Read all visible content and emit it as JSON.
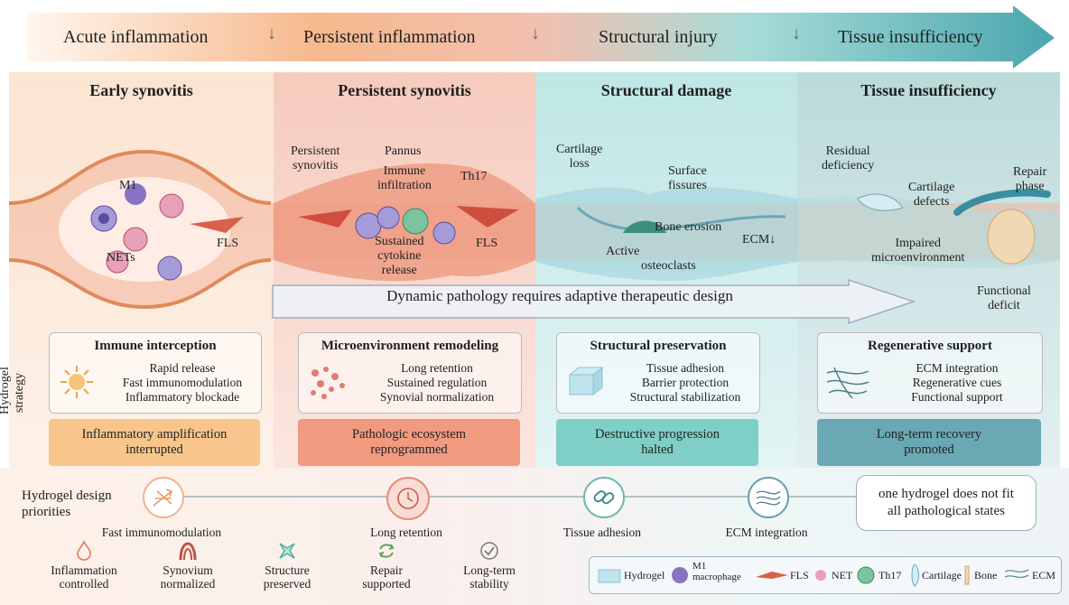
{
  "stages": [
    {
      "label": "Acute inflammation"
    },
    {
      "label": "Persistent inflammation"
    },
    {
      "label": "Structural injury"
    },
    {
      "label": "Tissue insufficiency"
    }
  ],
  "stage_arrow_glyph": "↓",
  "panels": [
    {
      "title": "Early synovitis",
      "color": "#fbe9dc"
    },
    {
      "title": "Persistent synovitis",
      "color": "#f8d7cd"
    },
    {
      "title": "Structural damage",
      "color": "#d4eeee"
    },
    {
      "title": "Tissue insufficiency",
      "color": "#cfe4e6"
    }
  ],
  "labels": {
    "m1": "M1",
    "fls1": "FLS",
    "nets": "NETs",
    "persistent_synovitis": "Persistent\nsynovitis",
    "pannus": "Pannus",
    "immune_infiltration": "Immune\ninfiltration",
    "th17": "Th17",
    "fls2": "FLS",
    "sustained": "Sustained\ncytokine\nrelease",
    "cartilage_loss": "Cartilage\nloss",
    "surface_fissures": "Surface\nfissures",
    "bone_erosion": "Bone erosion",
    "ecm": "ECM↓",
    "active": "Active",
    "osteoclasts": "osteoclasts",
    "residual": "Residual\ndeficiency",
    "cartilage_defects": "Cartilage\ndefects",
    "repair": "Repair\nphase",
    "impaired": "Impaired\nmicroenvironment",
    "functional_deficit": "Functional\ndeficit"
  },
  "dynamic_arrow_text": "Dynamic pathology requires adaptive therapeutic design",
  "strategy_side_label": "Hydrogel\nstrategy",
  "strategies": [
    {
      "title": "Immune interception",
      "lines": [
        "Rapid release",
        "Fast immunomodulation",
        "Inflammatory blockade"
      ],
      "outcome": "Inflammatory amplification\ninterrupted",
      "outcome_color": "#f8c68d"
    },
    {
      "title": "Microenvironment remodeling",
      "lines": [
        "Long retention",
        "Sustained regulation",
        "Synovial normalization"
      ],
      "outcome": "Pathologic ecosystem\nreprogrammed",
      "outcome_color": "#f09a80"
    },
    {
      "title": "Structural preservation",
      "lines": [
        "Tissue adhesion",
        "Barrier protection",
        "Structural stabilization"
      ],
      "outcome": "Destructive progression\nhalted",
      "outcome_color": "#7fcfc6"
    },
    {
      "title": "Regenerative support",
      "lines": [
        "ECM integration",
        "Regenerative cues",
        "Functional support"
      ],
      "outcome": "Long-term recovery\npromoted",
      "outcome_color": "#6aa9b4"
    }
  ],
  "design": {
    "title": "Hydrogel design\npriorities",
    "priorities": [
      {
        "label": "Fast immunomodulation",
        "color": "#f2b48c",
        "icon": "arrows-icon"
      },
      {
        "label": "Long retention",
        "color": "#e58d7c",
        "icon": "clock-icon"
      },
      {
        "label": "Tissue adhesion",
        "color": "#6fb8ae",
        "icon": "link-icon"
      },
      {
        "label": "ECM integration",
        "color": "#6a9fae",
        "icon": "fibers-icon"
      }
    ],
    "callout": "one hydrogel does not fit\nall pathological states"
  },
  "outcomes": [
    {
      "label": "Inflammation\ncontrolled",
      "icon": "flame-icon",
      "color": "#e07a5f"
    },
    {
      "label": "Synovium\nnormalized",
      "icon": "synovium-icon",
      "color": "#c0524a"
    },
    {
      "label": "Structure\npreserved",
      "icon": "structure-icon",
      "color": "#4fb0a4"
    },
    {
      "label": "Repair\nsupported",
      "icon": "cycle-icon",
      "color": "#5aa75e"
    },
    {
      "label": "Long-term\nstability",
      "icon": "check-icon",
      "color": "#777777"
    }
  ],
  "legend": [
    {
      "label": "Hydrogel",
      "icon": "hydrogel-icon"
    },
    {
      "label": "M1\nmacrophage",
      "icon": "macrophage-icon"
    },
    {
      "label": "FLS",
      "icon": "fls-icon"
    },
    {
      "label": "NET",
      "icon": "net-icon"
    },
    {
      "label": "Th17",
      "icon": "th17-icon"
    },
    {
      "label": "Cartilage",
      "icon": "cartilage-icon"
    },
    {
      "label": "Bone",
      "icon": "bone-icon"
    },
    {
      "label": "ECM",
      "icon": "ecm-icon"
    }
  ]
}
